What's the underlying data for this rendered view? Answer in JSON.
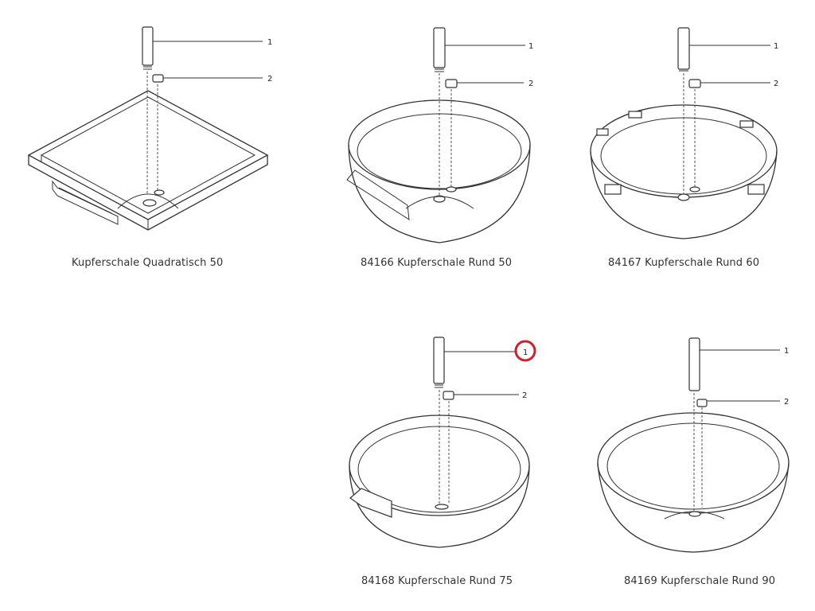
{
  "captions": {
    "quadratisch_50": "Kupferschale Quadratisch 50",
    "rund_50": "84166 Kupferschale Rund 50",
    "rund_60": "84167 Kupferschale Rund 60",
    "rund_75": "84168 Kupferschale Rund 75",
    "rund_90": "84169 Kupferschale Rund 90"
  },
  "callouts": {
    "part_1": "1",
    "part_2": "2"
  },
  "highlight_color": "#d0202a"
}
